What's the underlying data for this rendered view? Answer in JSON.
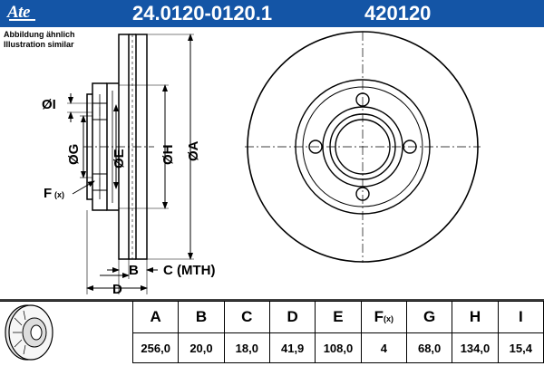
{
  "header": {
    "brand": "Ate",
    "article_number": "24.0120-0120.1",
    "short_number": "420120",
    "bg_color": "#1455a6"
  },
  "notes": {
    "de": "Abbildung ähnlich",
    "en": "Illustration similar"
  },
  "drawing_labels": {
    "I": "ØI",
    "G": "ØG",
    "E": "ØE",
    "H": "ØH",
    "A": "ØA",
    "F": "F",
    "F_suffix": "(x)",
    "B": "B",
    "C": "C (MTH)",
    "D": "D"
  },
  "specs": {
    "headers": [
      "A",
      "B",
      "C",
      "D",
      "E",
      "F",
      "G",
      "H",
      "I"
    ],
    "fx_suffix": "(x)",
    "values": [
      "256,0",
      "20,0",
      "18,0",
      "41,9",
      "108,0",
      "4",
      "68,0",
      "134,0",
      "15,4"
    ]
  }
}
